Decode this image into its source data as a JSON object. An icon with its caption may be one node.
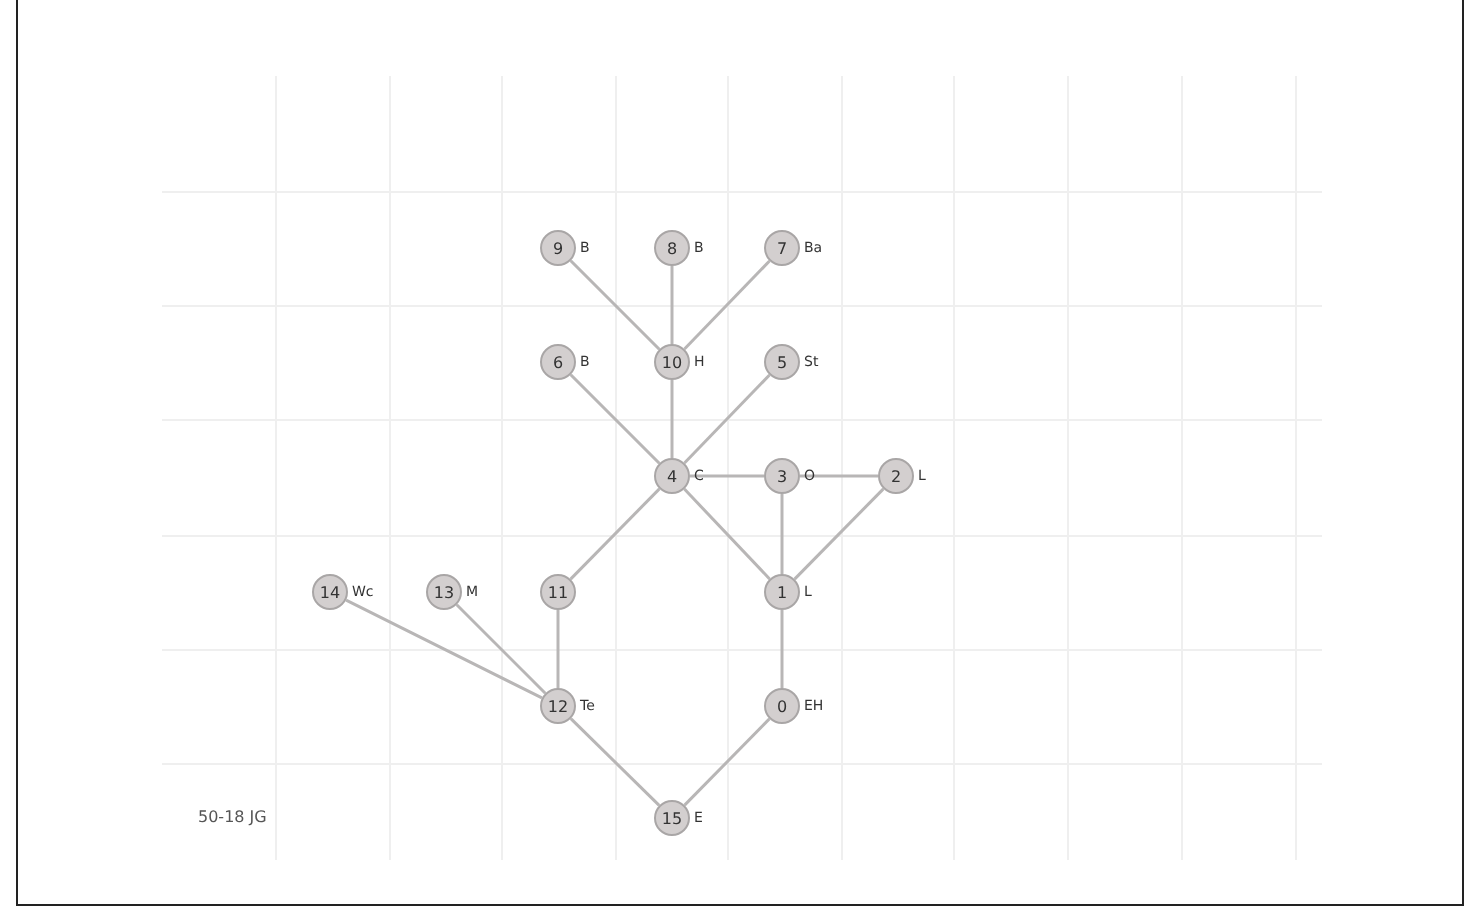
{
  "diagram": {
    "nodes": [
      {
        "text": [
          "0"
        ],
        "beside": [
          "EH"
        ]
      },
      {
        "text": [
          "1"
        ],
        "beside": [
          "L"
        ]
      },
      {
        "text": [
          "2"
        ],
        "beside": [
          "L"
        ]
      },
      {
        "text": [
          "3"
        ],
        "beside": [
          "O"
        ]
      },
      {
        "text": [
          "4"
        ],
        "beside": [
          "C"
        ]
      },
      {
        "text": [
          "5"
        ],
        "beside": [
          "St"
        ]
      },
      {
        "text": [
          "6"
        ],
        "beside": [
          "B"
        ]
      },
      {
        "text": [
          "7"
        ],
        "beside": [
          "Ba"
        ]
      },
      {
        "text": [
          "8"
        ],
        "beside": [
          "B"
        ]
      },
      {
        "text": [
          "9"
        ],
        "beside": [
          "B"
        ]
      },
      {
        "text": [
          "10"
        ],
        "beside": [
          "H"
        ]
      },
      {
        "text": [
          "11"
        ]
      },
      {
        "text": [
          "12"
        ],
        "beside": [
          "Te"
        ]
      },
      {
        "text": [
          "13"
        ],
        "beside": [
          "M"
        ]
      },
      {
        "text": [
          "14"
        ],
        "beside": [
          "Wc"
        ]
      },
      {
        "text": [
          "15"
        ],
        "beside": [
          "E"
        ]
      }
    ],
    "edges": [
      {
        "from": 9,
        "to": 10,
        "arrow": "none"
      },
      {
        "from": 8,
        "to": 10,
        "arrow": "none"
      },
      {
        "from": 7,
        "to": 10,
        "arrow": "none"
      },
      {
        "from": 10,
        "to": 4,
        "arrow": "none"
      },
      {
        "from": 6,
        "to": 4,
        "arrow": "none"
      },
      {
        "from": 5,
        "to": 4,
        "arrow": "none"
      },
      {
        "from": 3,
        "to": 4,
        "arrow": "none"
      },
      {
        "from": 2,
        "to": 3,
        "arrow": "none"
      },
      {
        "from": 3,
        "to": 1,
        "arrow": "none"
      },
      {
        "from": 4,
        "to": 1,
        "arrow": "none"
      },
      {
        "from": 2,
        "to": 1,
        "arrow": "none"
      },
      {
        "from": 4,
        "to": 11,
        "arrow": "none"
      },
      {
        "from": 1,
        "to": 0,
        "arrow": "none"
      },
      {
        "from": 11,
        "to": 12,
        "arrow": "none"
      },
      {
        "from": 13,
        "to": 12,
        "arrow": "none"
      },
      {
        "from": 14,
        "to": 12,
        "arrow": "none"
      },
      {
        "from": 12,
        "to": 15,
        "arrow": "none"
      },
      {
        "from": 0,
        "to": 15,
        "arrow": "none"
      }
    ],
    "labels": [
      "50-18 JG"
    ]
  }
}
